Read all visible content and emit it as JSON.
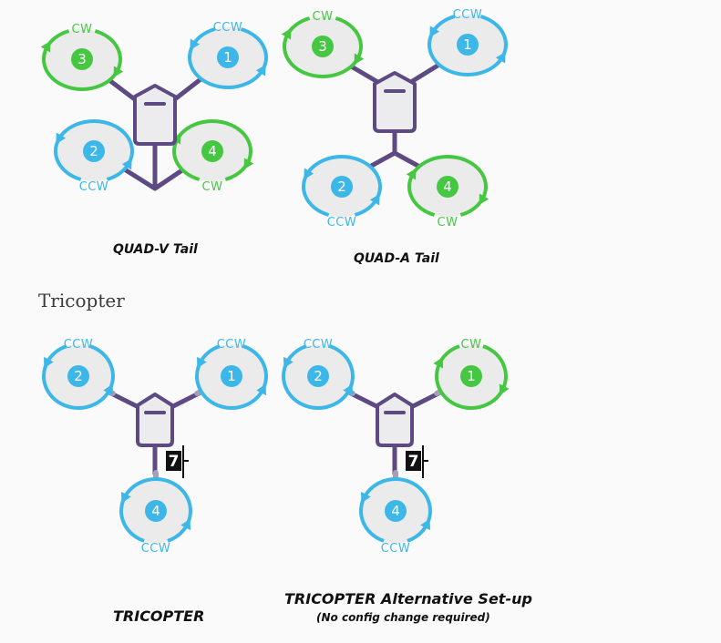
{
  "colors": {
    "frame": "#5d4a83",
    "body_fill": "#ececee",
    "cw": "#46c742",
    "ccw": "#3db7e8",
    "arm_light": "#a79fb8",
    "prop_fill": "#ebebeb"
  },
  "section_heading": "Tricopter",
  "diagrams": [
    {
      "caption": "QUAD-V Tail",
      "subcaption": "",
      "motors": [
        {
          "num": "3",
          "dir": "CW"
        },
        {
          "num": "1",
          "dir": "CCW"
        },
        {
          "num": "2",
          "dir": "CCW"
        },
        {
          "num": "4",
          "dir": "CW"
        }
      ]
    },
    {
      "caption": "QUAD-A Tail",
      "subcaption": "",
      "motors": [
        {
          "num": "3",
          "dir": "CW"
        },
        {
          "num": "1",
          "dir": "CCW"
        },
        {
          "num": "2",
          "dir": "CCW"
        },
        {
          "num": "4",
          "dir": "CW"
        }
      ]
    },
    {
      "caption": "TRICOPTER",
      "subcaption": "",
      "servo": "7",
      "motors": [
        {
          "num": "2",
          "dir": "CCW"
        },
        {
          "num": "1",
          "dir": "CCW"
        },
        {
          "num": "4",
          "dir": "CCW"
        }
      ]
    },
    {
      "caption": "TRICOPTER Alternative Set-up",
      "subcaption": "(No config change required)",
      "servo": "7",
      "motors": [
        {
          "num": "2",
          "dir": "CCW"
        },
        {
          "num": "1",
          "dir": "CW"
        },
        {
          "num": "4",
          "dir": "CCW"
        }
      ]
    }
  ]
}
